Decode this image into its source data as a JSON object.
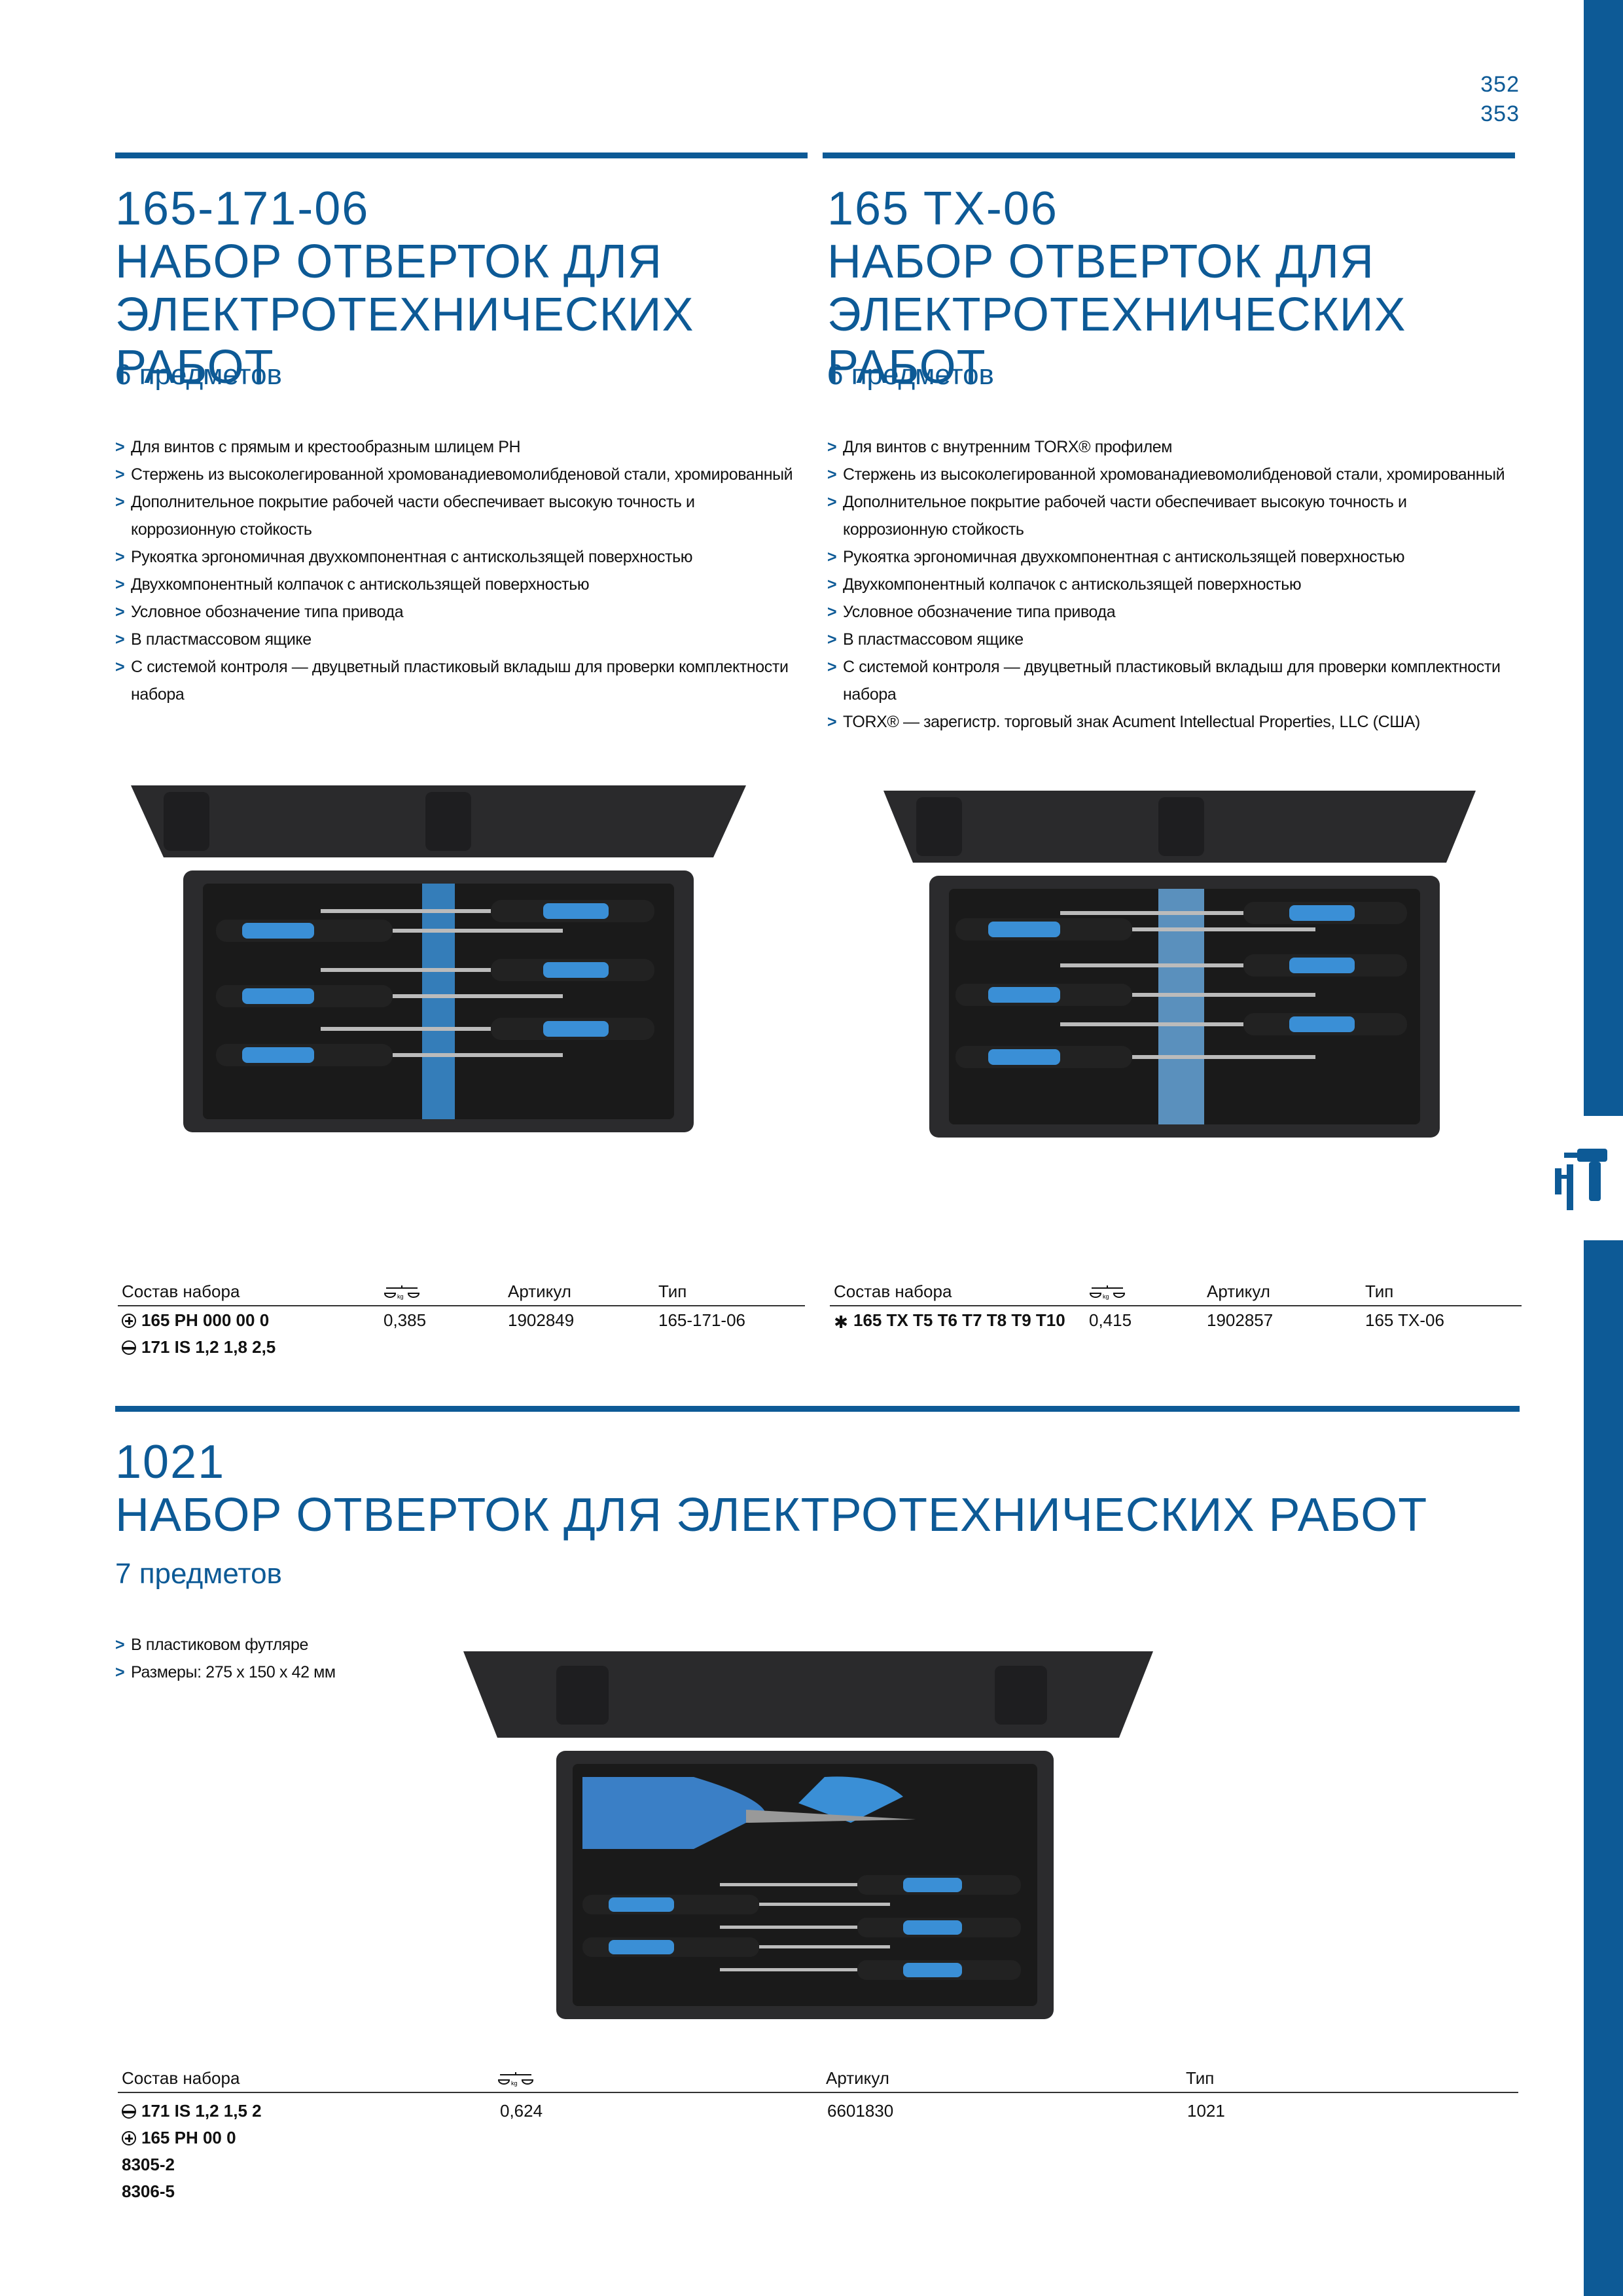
{
  "page_numbers": [
    "352",
    "353"
  ],
  "products": [
    {
      "code": "165-171-06",
      "title_lines": [
        "НАБОР ОТВЕРТОК ДЛЯ",
        "ЭЛЕКТРОТЕХНИЧЕСКИХ РАБОТ"
      ],
      "qty": "6 предметов",
      "features": [
        "Для винтов с прямым и крестообразным шлицем PH",
        "Стержень из высоколегированной хромованадиевомолибденовой стали, хромированный",
        "Дополнительное покрытие рабочей части обеспечивает высокую точность и коррозионную стойкость",
        "Рукоятка эргономичная двухкомпонентная с антискользящей поверхностью",
        "Двухкомпонентный колпачок с антискользящей поверхностью",
        "Условное обозначение типа привода",
        "В пластмассовом ящике",
        "С системой контроля — двуцветный пластиковый вкладыш для проверки комплектности набора"
      ],
      "table": {
        "headers": [
          "Состав набора",
          "",
          "Артикул",
          "Тип"
        ],
        "contents": [
          {
            "icon": "phillips-icon",
            "text": "165 PH 000 00 0"
          },
          {
            "icon": "slot-icon",
            "text": "171 IS 1,2 1,8 2,5"
          }
        ],
        "weight": "0,385",
        "article": "1902849",
        "type": "165-171-06"
      }
    },
    {
      "code": "165 TX-06",
      "title_lines": [
        "НАБОР ОТВЕРТОК ДЛЯ",
        "ЭЛЕКТРОТЕХНИЧЕСКИХ РАБОТ"
      ],
      "qty": "6 предметов",
      "features": [
        "Для винтов с внутренним TORX® профилем",
        "Стержень из высоколегированной хромованадиевомолибденовой стали, хромированный",
        "Дополнительное покрытие рабочей части обеспечивает высокую точность и коррозионную стойкость",
        "Рукоятка эргономичная двухкомпонентная с антискользящей поверхностью",
        "Двухкомпонентный колпачок с антискользящей поверхностью",
        "Условное обозначение типа привода",
        "В пластмассовом ящике",
        "С системой контроля — двуцветный пластиковый вкладыш для проверки комплектности набора",
        "TORX® — зарегистр. торговый знак Acument Intellectual Properties, LLC (США)"
      ],
      "table": {
        "headers": [
          "Состав набора",
          "",
          "Артикул",
          "Тип"
        ],
        "contents": [
          {
            "icon": "torx-icon",
            "text": "165 TX T5  T6  T7  T8  T9  T10"
          }
        ],
        "weight": "0,415",
        "article": "1902857",
        "type": "165 TX-06"
      }
    },
    {
      "code": "1021",
      "title": "НАБОР ОТВЕРТОК ДЛЯ ЭЛЕКТРОТЕХНИЧЕСКИХ РАБОТ",
      "qty": "7 предметов",
      "features": [
        "В пластиковом футляре",
        "Размеры: 275 x 150 x 42 мм"
      ],
      "table": {
        "headers": [
          "Состав набора",
          "",
          "Артикул",
          "Тип"
        ],
        "contents": [
          {
            "icon": "slot-icon",
            "text": "171 IS 1,2  1,5  2"
          },
          {
            "icon": "phillips-icon",
            "text": "165 PH 00  0"
          },
          {
            "icon": "",
            "text": "8305-2"
          },
          {
            "icon": "",
            "text": "8306-5"
          }
        ],
        "weight": "0,624",
        "article": "6601830",
        "type": "1021"
      }
    }
  ],
  "colors": {
    "brand_blue": "#0d5a96",
    "case_black": "#2a2a2c",
    "handle_blue": "#3a8fd6"
  },
  "side_icon": "screwdriver-drill-icon"
}
